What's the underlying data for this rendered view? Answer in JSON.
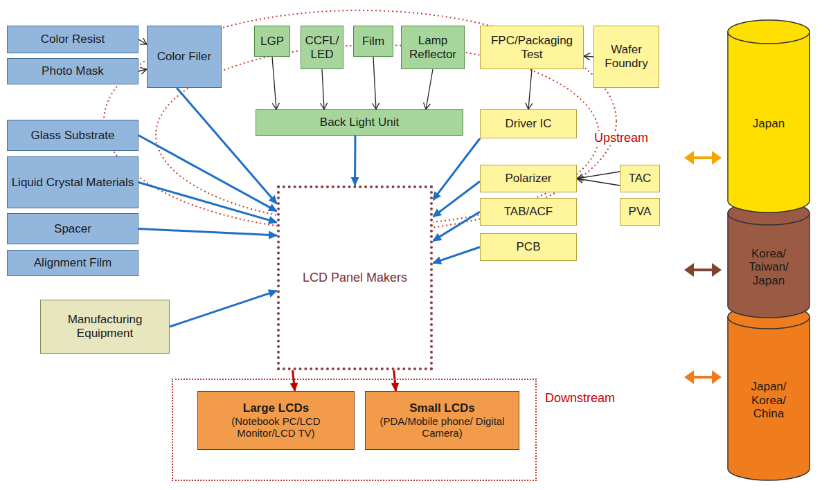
{
  "diagram": {
    "nodes": [
      {
        "text": [
          "Color Resist"
        ]
      },
      {
        "text": [
          "Photo Mask"
        ]
      },
      {
        "text": [
          "Color Filer"
        ]
      },
      {
        "text": [
          "LGP"
        ]
      },
      {
        "text": [
          "CCFL/ LED"
        ]
      },
      {
        "text": [
          "Film"
        ]
      },
      {
        "text": [
          "Lamp Reflector"
        ]
      },
      {
        "text": [
          "FPC/Packaging Test"
        ]
      },
      {
        "text": [
          "Wafer Foundry"
        ]
      },
      {
        "text": [
          "Back Light Unit"
        ]
      },
      {
        "text": [
          "Driver IC"
        ]
      },
      {
        "text": [
          "Glass Substrate"
        ]
      },
      {
        "text": [
          "Liquid Crystal Materials"
        ]
      },
      {
        "text": [
          "Spacer"
        ]
      },
      {
        "text": [
          "Alignment Film"
        ]
      },
      {
        "text": [
          "Polarizer"
        ]
      },
      {
        "text": [
          "TAC"
        ]
      },
      {
        "text": [
          "TAB/ACF"
        ]
      },
      {
        "text": [
          "PVA"
        ]
      },
      {
        "text": [
          "PCB"
        ]
      },
      {
        "text": [
          "LCD Panel Makers"
        ]
      },
      {
        "text": [
          "Manufacturing Equipment"
        ]
      },
      {
        "text": [
          "Downstream"
        ]
      },
      {
        "text": [
          "Large LCDs",
          "(Notebook PC/LCD Monitor/LCD TV)"
        ],
        "in": 22
      },
      {
        "text": [
          "Small LCDs",
          "(PDA/Mobile phone/ Digital Camera)"
        ],
        "in": 22
      },
      {
        "text": [
          "Japan"
        ]
      },
      {
        "text": [
          "Korea/ Taiwan/ Japan"
        ]
      },
      {
        "text": [
          "Japan/ Korea/ China"
        ]
      }
    ],
    "edges": [
      {
        "from": 0,
        "to": 2,
        "arrow": "to"
      },
      {
        "from": 1,
        "to": 2,
        "arrow": "to"
      },
      {
        "from": 2,
        "to": 20,
        "arrow": "to"
      },
      {
        "from": 3,
        "to": 9,
        "arrow": "to"
      },
      {
        "from": 4,
        "to": 9,
        "arrow": "to"
      },
      {
        "from": 5,
        "to": 9,
        "arrow": "to"
      },
      {
        "from": 6,
        "to": 9,
        "arrow": "to"
      },
      {
        "from": 8,
        "to": 7,
        "arrow": "to"
      },
      {
        "from": 7,
        "to": 10,
        "arrow": "to"
      },
      {
        "from": 9,
        "to": 20,
        "arrow": "to"
      },
      {
        "from": 10,
        "to": 20,
        "arrow": "to"
      },
      {
        "from": 16,
        "to": 15,
        "arrow": "to"
      },
      {
        "from": 16,
        "to": 15,
        "arrow": "to"
      },
      {
        "from": 15,
        "to": 20,
        "arrow": "to"
      },
      {
        "from": 17,
        "to": 20,
        "arrow": "to"
      },
      {
        "from": 19,
        "to": 20,
        "arrow": "to"
      },
      {
        "from": 11,
        "to": 20,
        "arrow": "to"
      },
      {
        "from": 12,
        "to": 20,
        "arrow": "to"
      },
      {
        "from": 13,
        "to": 20,
        "arrow": "to"
      },
      {
        "from": 21,
        "to": 20,
        "arrow": "to"
      },
      {
        "from": 20,
        "to": 23,
        "arrow": "to"
      },
      {
        "from": 20,
        "to": 24,
        "arrow": "to"
      }
    ],
    "labels": [
      "Upstream"
    ]
  }
}
